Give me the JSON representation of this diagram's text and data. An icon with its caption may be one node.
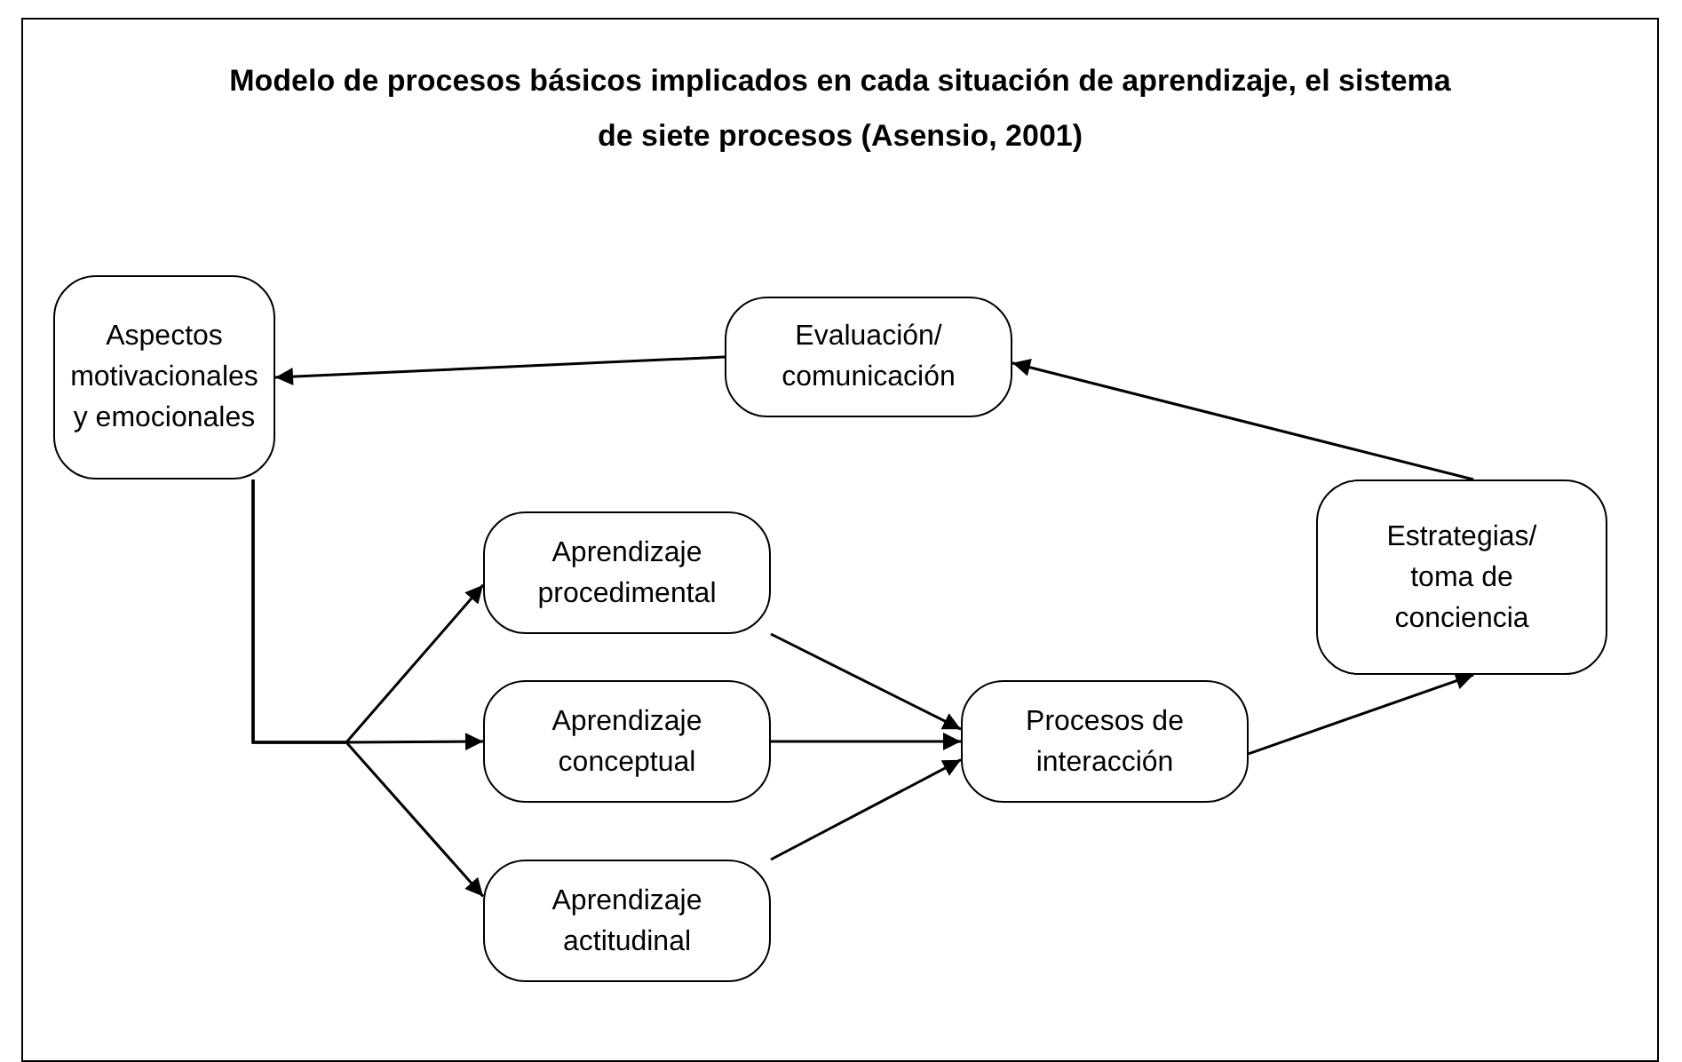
{
  "diagram": {
    "title": "Modelo de procesos básicos implicados en cada situación de aprendizaje, el sistema de siete procesos (Asensio, 2001)",
    "nodes": [
      {
        "text": [
          "Aspectos motivacionales y emocionales"
        ]
      },
      {
        "text": [
          "Evaluación/ comunicación"
        ]
      },
      {
        "text": [
          "Estrategias/ toma de conciencia"
        ]
      },
      {
        "text": [
          "Aprendizaje procedimental"
        ]
      },
      {
        "text": [
          "Aprendizaje conceptual"
        ]
      },
      {
        "text": [
          "Aprendizaje actitudinal"
        ]
      },
      {
        "text": [
          "Procesos de interacción"
        ]
      }
    ],
    "edges": [
      {
        "from": 1,
        "to": 0,
        "arrow": "to"
      },
      {
        "from": 0,
        "to": 3,
        "arrow": "to"
      },
      {
        "from": 0,
        "to": 4,
        "arrow": "to"
      },
      {
        "from": 0,
        "to": 5,
        "arrow": "to"
      },
      {
        "from": 3,
        "to": 6,
        "arrow": "to"
      },
      {
        "from": 4,
        "to": 6,
        "arrow": "to"
      },
      {
        "from": 5,
        "to": 6,
        "arrow": "to"
      },
      {
        "from": 6,
        "to": 2,
        "arrow": "to"
      },
      {
        "from": 2,
        "to": 1,
        "arrow": "to"
      }
    ]
  }
}
